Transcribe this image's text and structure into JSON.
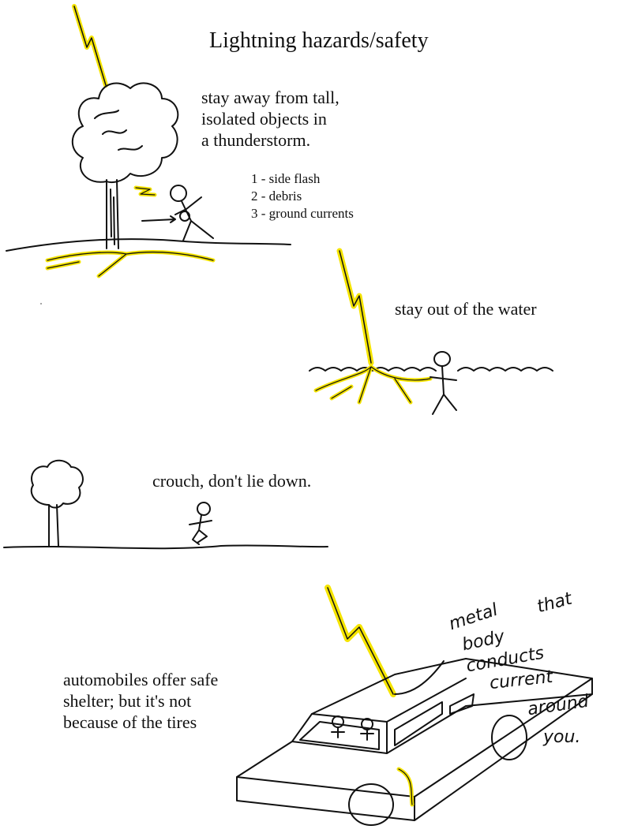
{
  "title": "Lightning hazards/safety",
  "sections": {
    "tall_objects": {
      "lines": [
        "stay away from tall,",
        "isolated objects in",
        "a thunderstorm."
      ],
      "hazards": [
        "1 - side flash",
        "2 - debris",
        "3 - ground currents"
      ]
    },
    "water": {
      "text": "stay out of the water"
    },
    "crouch": {
      "text": "crouch, don't lie down."
    },
    "automobile": {
      "lines": [
        "automobiles offer safe",
        "shelter; but it's not",
        "because of the tires"
      ],
      "handwritten": [
        "metal",
        "that",
        "body",
        "conducts",
        "current",
        "around",
        "you."
      ]
    }
  },
  "colors": {
    "lightning": "#f5e400",
    "ink": "#111111"
  }
}
